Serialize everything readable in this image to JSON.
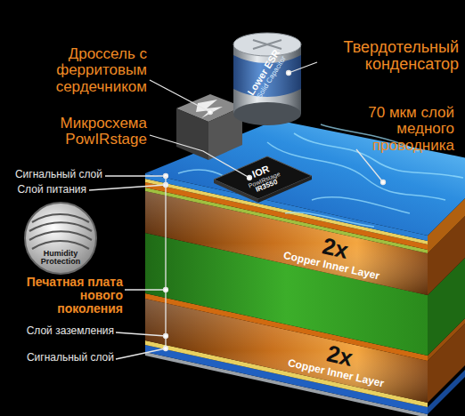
{
  "diagram": {
    "nodes": [
      {
        "text": [
          "Lower ESR",
          "Solid Capacitor"
        ]
      },
      {
        "text": [
          "IOR",
          "PowIRstage",
          "IR3550"
        ]
      },
      {
        "text": [
          "Humidity Protection"
        ]
      },
      {
        "text": [
          "2x",
          "Copper Inner Layer"
        ]
      },
      {
        "text": [
          "2x",
          "Copper Inner Layer"
        ]
      }
    ],
    "labels": [
      "Дроссель с ферритовым сердечником",
      "Твердотельный конденсатор",
      "Микросхема PowIRstage",
      "70 мкм слой медного проводника",
      "Сигнальный слой",
      "Слой питания",
      "Печатная плата нового поколения",
      "Слой заземления",
      "Сигнальный слой"
    ]
  }
}
